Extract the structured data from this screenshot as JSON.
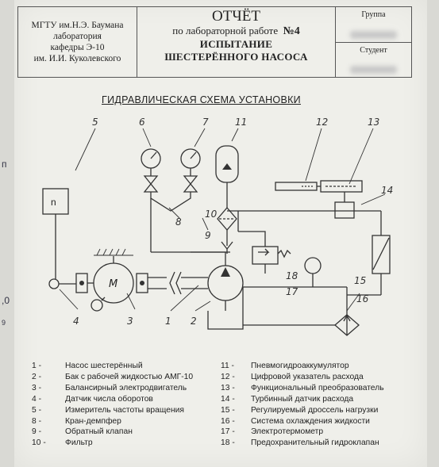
{
  "header": {
    "institution_lines": [
      "МГТУ им.Н.Э. Баумана",
      "лаборатория",
      "кафедры Э-10",
      "им. И.И. Куколевского"
    ],
    "report_title": "ОТЧЁТ",
    "lab_prefix": "по лабораторной работе",
    "lab_number": "№4",
    "topic_line1": "ИСПЫТАНИЕ",
    "topic_line2": "ШЕСТЕРЁННОГО НАСОСА",
    "group_label": "Группа",
    "student_label": "Студент"
  },
  "schema": {
    "title": "ГИДРАВЛИЧЕСКАЯ СХЕМА УСТАНОВКИ",
    "tach_label": "n",
    "motor_label": "M",
    "callouts": [
      "5",
      "6",
      "7",
      "11",
      "12",
      "13",
      "14",
      "10",
      "9",
      "8",
      "18",
      "17",
      "15",
      "16",
      "4",
      "3",
      "1",
      "2"
    ]
  },
  "margin_marks": [
    "п",
    ",0",
    "9"
  ],
  "legend_left": [
    {
      "num": "1 -",
      "text": "Насос шестерённый"
    },
    {
      "num": "2 -",
      "text": "Бак с рабочей жидкостью АМГ-10"
    },
    {
      "num": "3 -",
      "text": "Балансирный электродвигатель"
    },
    {
      "num": "4 -",
      "text": "Датчик числа оборотов"
    },
    {
      "num": "5 -",
      "text": "Измеритель частоты вращения"
    },
    {
      "num": "8 -",
      "text": "Кран-демпфер"
    },
    {
      "num": "9 -",
      "text": "Обратный клапан"
    },
    {
      "num": "10 -",
      "text": "Фильтр"
    }
  ],
  "legend_right": [
    {
      "num": "11 -",
      "text": "Пневмогидроаккумулятор"
    },
    {
      "num": "12 -",
      "text": "Цифровой указатель расхода"
    },
    {
      "num": "13 -",
      "text": "Функциональный преобразователь"
    },
    {
      "num": "14 -",
      "text": "Турбинный датчик расхода"
    },
    {
      "num": "15 -",
      "text": "Регулируемый дроссель нагрузки"
    },
    {
      "num": "16 -",
      "text": "Система охлаждения жидкости"
    },
    {
      "num": "17 -",
      "text": "Электротермометр"
    },
    {
      "num": "18 -",
      "text": "Предохранительный гидроклапан"
    }
  ]
}
